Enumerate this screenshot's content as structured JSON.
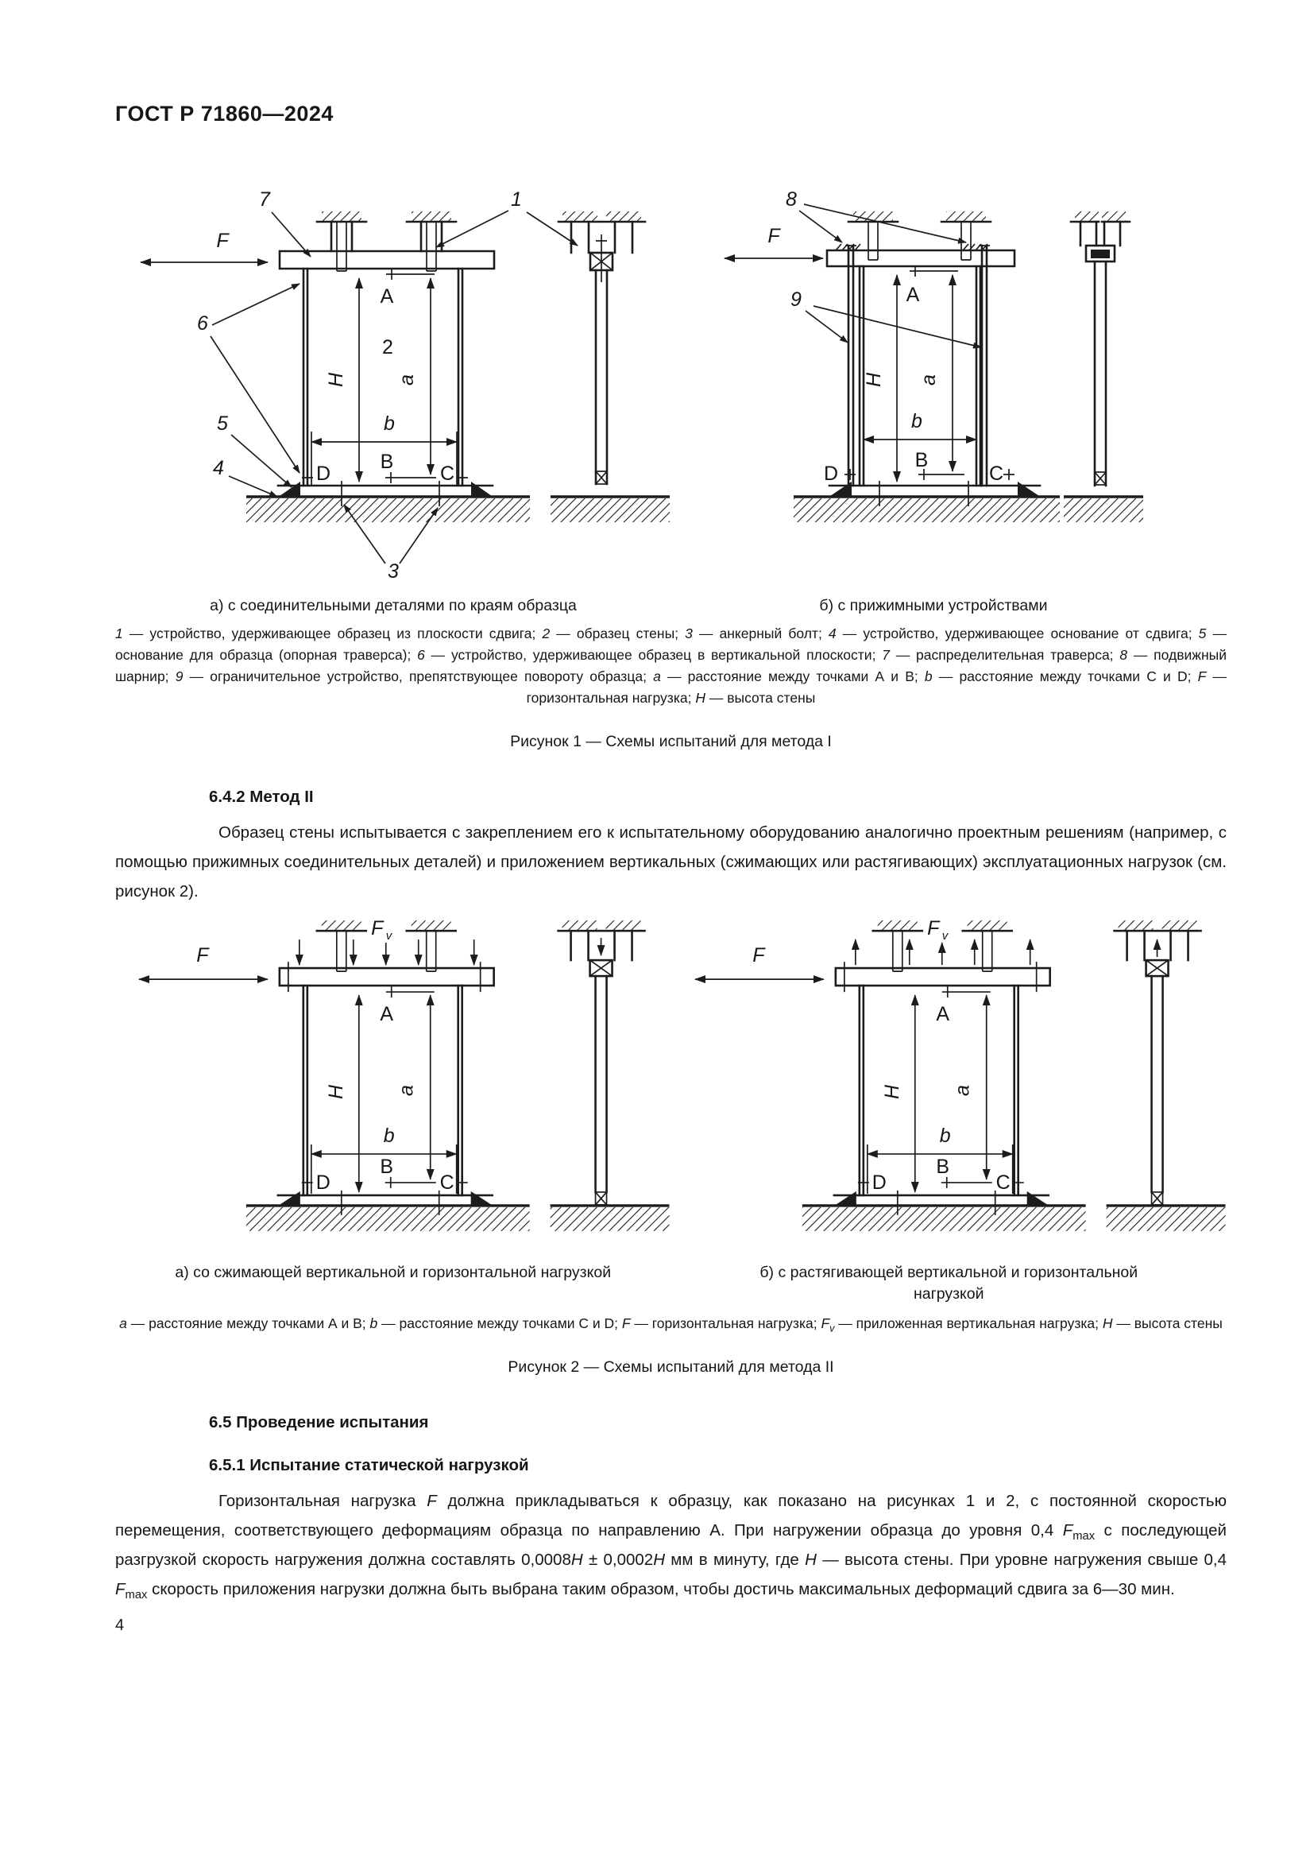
{
  "header": {
    "code": "ГОСТ Р 71860—2024"
  },
  "page": {
    "number": "4"
  },
  "labels": {
    "F": "F",
    "v": "v",
    "H": "H",
    "a": "a",
    "b": "b",
    "A": "А",
    "B": "В",
    "C": "С",
    "D": "D",
    "c1": "1",
    "c2": "2",
    "c3": "3",
    "c4": "4",
    "c5": "5",
    "c6": "6",
    "c7": "7",
    "c8": "8",
    "c9": "9"
  },
  "figure1": {
    "caption_a": "а)  с соединительными деталями по краям образца",
    "caption_b": "б)  с прижимными устройствами",
    "legend": [
      {
        "t": "1",
        "style": "i"
      },
      {
        "t": " — устройство, удерживающее образец из плоскости сдвига; "
      },
      {
        "t": "2",
        "style": "i"
      },
      {
        "t": " — образец стены; "
      },
      {
        "t": "3",
        "style": "i"
      },
      {
        "t": " — анкерный болт; "
      },
      {
        "t": "4",
        "style": "i"
      },
      {
        "t": " — устройство, удерживающее основание от сдвига; "
      },
      {
        "t": "5",
        "style": "i"
      },
      {
        "t": " — основание для образца (опорная траверса); "
      },
      {
        "t": "6",
        "style": "i"
      },
      {
        "t": " — устройство, удерживающее образец в вертикальной плоскости; "
      },
      {
        "t": "7",
        "style": "i"
      },
      {
        "t": " — распределительная траверса; "
      },
      {
        "t": "8",
        "style": "i"
      },
      {
        "t": " — подвижный шарнир; "
      },
      {
        "t": "9",
        "style": "i"
      },
      {
        "t": " — ограничительное устройство, препятствующее повороту образца; "
      },
      {
        "t": "a",
        "style": "i"
      },
      {
        "t": " — расстояние между точками  А и В; "
      },
      {
        "t": "b",
        "style": "i"
      },
      {
        "t": " — расстояние между точками С и D; "
      },
      {
        "t": "F",
        "style": "i"
      },
      {
        "t": " — горизонтальная нагрузка; "
      },
      {
        "t": "H",
        "style": "i"
      },
      {
        "t": " — высота стены"
      }
    ],
    "title": "Рисунок 1 — Схемы испытаний для метода I"
  },
  "section_642": {
    "heading": "6.4.2  Метод II",
    "paragraph": "Образец стены испытывается с закреплением его к испытательному оборудованию аналогично проектным решениям (например, с помощью прижимных соединительных деталей) и приложением вертикальных (сжимающих или растягивающих) эксплуатационных нагрузок (см. рисунок 2)."
  },
  "figure2": {
    "caption_a": "а)  со сжимающей вертикальной и горизонтальной нагрузкой",
    "caption_b": "б)  с растягивающей вертикальной и горизонтальной нагрузкой",
    "legend": [
      {
        "t": "a",
        "style": "i"
      },
      {
        "t": " — расстояние между точками А и В; "
      },
      {
        "t": "b",
        "style": "i"
      },
      {
        "t": " — расстояние между точками С и D; "
      },
      {
        "t": "F",
        "style": "i"
      },
      {
        "t": " — горизонтальная нагрузка; "
      },
      {
        "t": "F",
        "style": "i"
      },
      {
        "t": "v",
        "style": "isub"
      },
      {
        "t": " — приложенная вертикальная нагрузка; "
      },
      {
        "t": "H",
        "style": "i"
      },
      {
        "t": " — высота стены"
      }
    ],
    "title": "Рисунок 2 — Схемы испытаний для метода II"
  },
  "section_65": {
    "heading": "6.5  Проведение испытания"
  },
  "section_651": {
    "heading": "6.5.1  Испытание статической нагрузкой",
    "paragraph": [
      {
        "t": "Горизонтальная нагрузка "
      },
      {
        "t": "F",
        "style": "i"
      },
      {
        "t": " должна прикладываться к образцу, как показано на рисунках 1 и 2, с постоянной скоростью перемещения, соответствующего деформациям образца по направлению А. При нагружении образца до уровня 0,4 "
      },
      {
        "t": "F",
        "style": "i"
      },
      {
        "t": "max",
        "style": "sub"
      },
      {
        "t": " с последующей разгрузкой скорость нагружения должна составлять 0,0008"
      },
      {
        "t": "H",
        "style": "i"
      },
      {
        "t": " ± 0,0002"
      },
      {
        "t": "H",
        "style": "i"
      },
      {
        "t": " мм в минуту, где "
      },
      {
        "t": "H",
        "style": "i"
      },
      {
        "t": " — высота стены. При уровне нагружения свыше 0,4 "
      },
      {
        "t": "F",
        "style": "i"
      },
      {
        "t": "max",
        "style": "sub"
      },
      {
        "t": " скорость приложения нагрузки должна быть выбрана таким образом, чтобы достичь максимальных деформаций сдвига за 6—30 мин."
      }
    ]
  }
}
